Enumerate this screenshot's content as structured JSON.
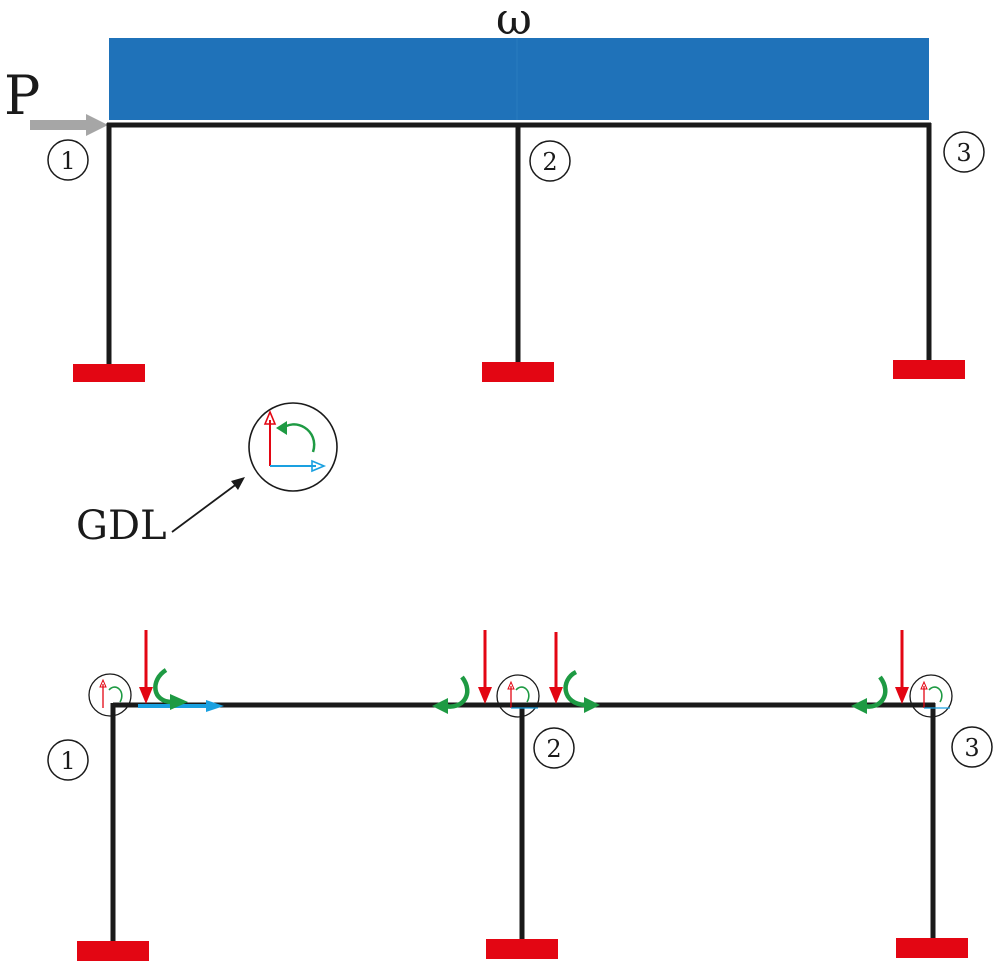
{
  "labels": {
    "distributed_load": "ω",
    "point_load": "P",
    "dof_callout": "GDL"
  },
  "nodes": {
    "top": [
      "1",
      "2",
      "3"
    ],
    "bottom": [
      "1",
      "2",
      "3"
    ]
  },
  "colors": {
    "load_block": "#1f72b9",
    "frame": "#1a1a1a",
    "support": "#e30613",
    "point_load_arrow": "#a6a6a6",
    "vertical_force": "#e30613",
    "horizontal_force": "#1aa0e0",
    "moment": "#1e9a43",
    "callout_arrow": "#1a1a1a"
  },
  "icons": {
    "dof": "dof-triad-icon",
    "moment": "moment-arc-icon",
    "force_down": "force-down-arrow-icon",
    "force_right": "force-right-arrow-icon"
  }
}
